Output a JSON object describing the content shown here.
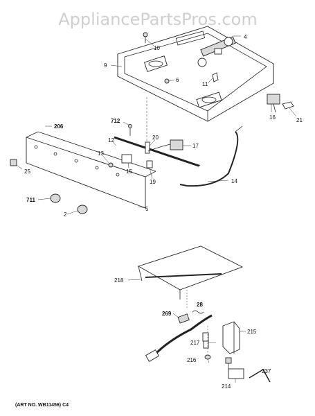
{
  "watermark": "AppliancePartsPros.com",
  "art_number": "(ART NO. WB11456) C4",
  "part_labels": {
    "p4": "4",
    "p6": "6",
    "p9": "9",
    "p10": "10",
    "p11": "11",
    "p16": "16",
    "p21": "21",
    "p712": "712",
    "p20": "20",
    "p17": "17",
    "p206": "206",
    "p12": "12",
    "p13": "13",
    "p15": "15",
    "p19": "19",
    "p14": "14",
    "p25": "25",
    "p711": "711",
    "p5": "5",
    "p2": "2",
    "p218": "218",
    "p28": "28",
    "p269": "269",
    "p215": "215",
    "p217": "217",
    "p216": "216",
    "p237": "237",
    "p214": "214"
  }
}
